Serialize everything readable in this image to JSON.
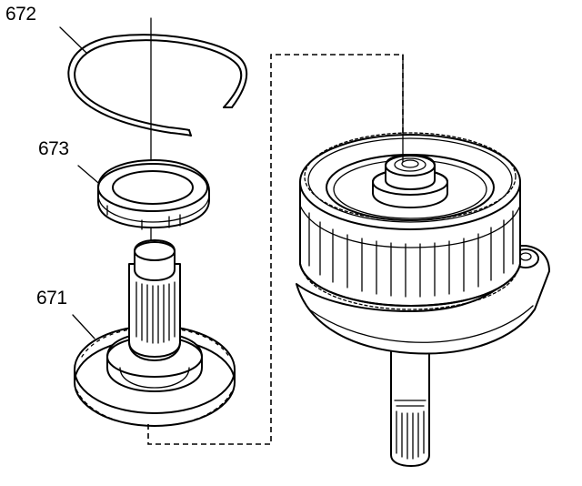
{
  "callouts": [
    {
      "id": "672",
      "text": "672"
    },
    {
      "id": "673",
      "text": "673"
    },
    {
      "id": "671",
      "text": "671"
    }
  ],
  "colors": {
    "ink": "#000000",
    "paper": "#ffffff"
  }
}
